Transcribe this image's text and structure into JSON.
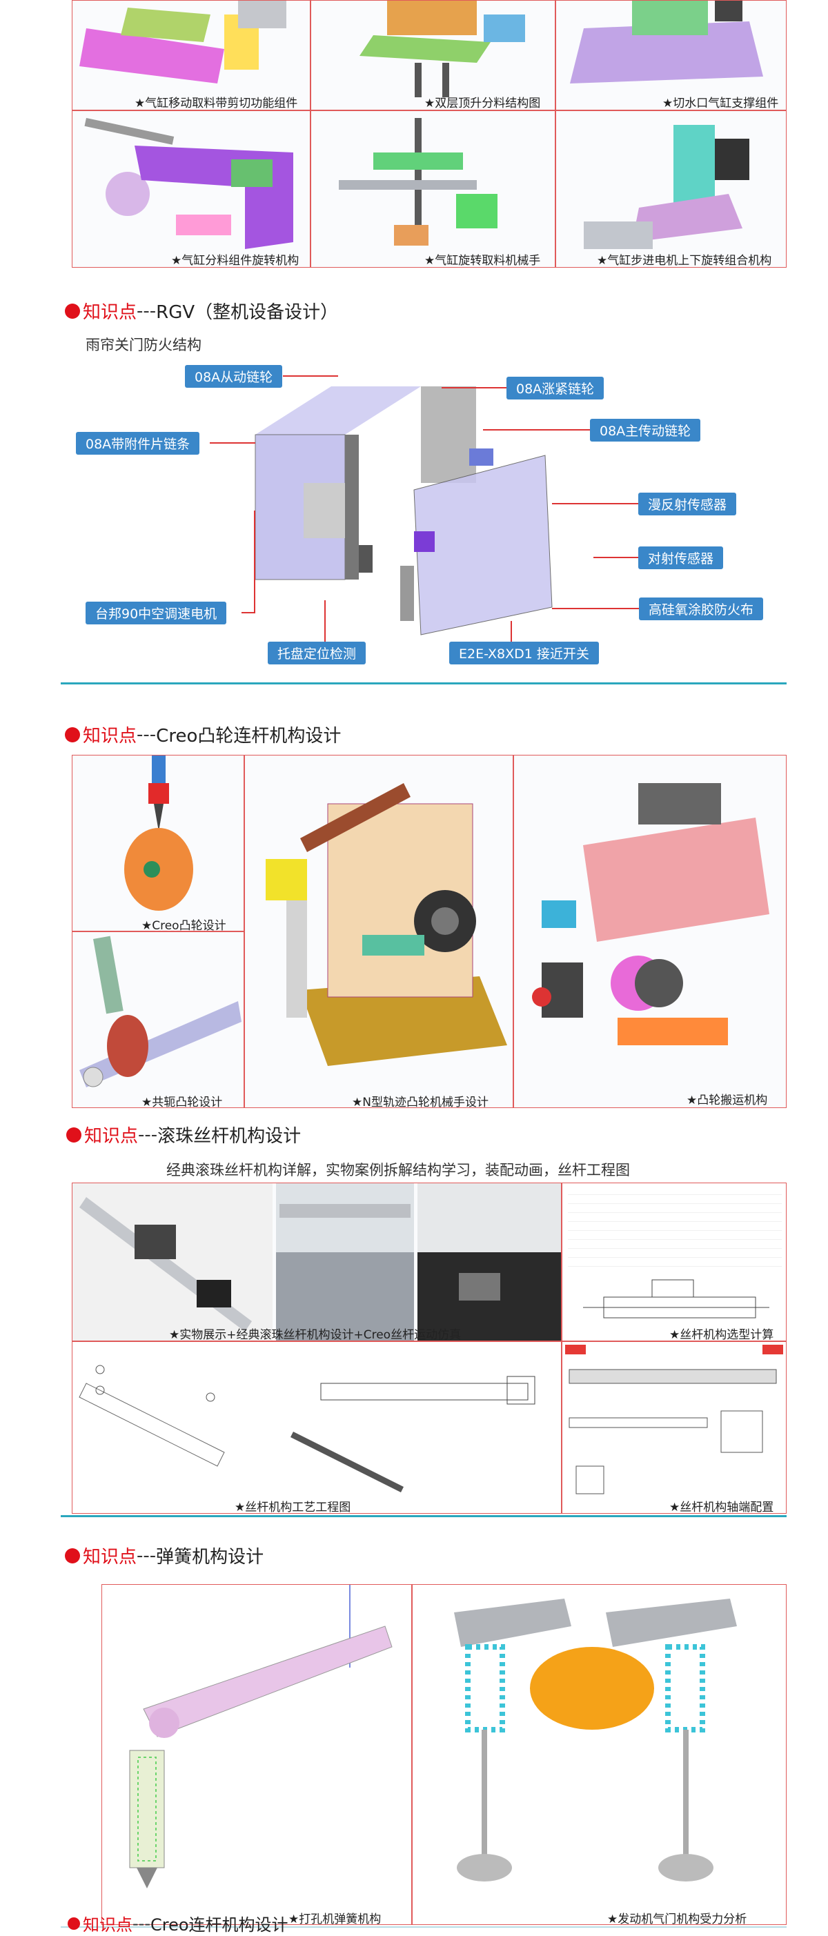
{
  "sec_top": {
    "captions": [
      "★气缸移动取料带剪切功能组件",
      "★双层顶升分料结构图",
      "★切水口气缸支撑组件",
      "★气缸分料组件旋转机构",
      "★气缸旋转取料机械手",
      "★气缸步进电机上下旋转组合机构"
    ]
  },
  "sec_rgv": {
    "kp": "知识点",
    "sep": "---",
    "topic": "RGV（整机设备设计）",
    "subtitle": "雨帘关门防火结构",
    "callouts": [
      "08A从动链轮",
      "08A涨紧链轮",
      "08A主传动链轮",
      "08A带附件片链条",
      "漫反射传感器",
      "对射传感器",
      "高硅氧涂胶防火布",
      "台邦90中空调速电机",
      "托盘定位检测",
      "E2E-X8XD1 接近开关"
    ]
  },
  "sec_cam": {
    "kp": "知识点",
    "sep": "---",
    "topic": "Creo凸轮连杆机构设计",
    "captions": [
      "★Creo凸轮设计",
      "★共轭凸轮设计",
      "★N型轨迹凸轮机械手设计",
      "★凸轮搬运机构"
    ]
  },
  "sec_screw": {
    "kp": "知识点",
    "sep": "---",
    "topic": "滚珠丝杆机构设计",
    "subtitle": "经典滚珠丝杆机构详解，实物案例拆解结构学习，装配动画，丝杆工程图",
    "captions": [
      "★实物展示+经典滚珠丝杆机构设计+Creo丝杆运动仿真",
      "★丝杆机构选型计算",
      "★丝杆机构工艺工程图",
      "★丝杆机构轴端配置"
    ]
  },
  "sec_spring": {
    "kp": "知识点",
    "sep": "---",
    "topic": "弹簧机构设计",
    "captions": [
      "★打孔机弹簧机构",
      "★发动机气门机构受力分析"
    ]
  },
  "sec_link": {
    "kp": "知识点",
    "sep": "---",
    "topic": "Creo连杆机构设计"
  }
}
